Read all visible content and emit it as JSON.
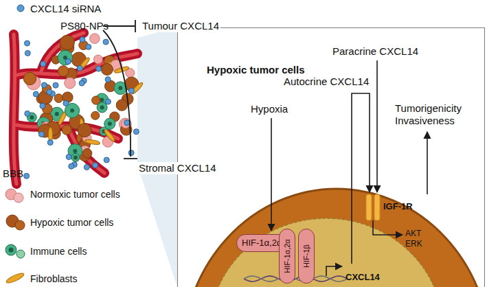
{
  "diagram": {
    "nodes": [
      {
        "text": [
          "Hypoxic tumor cells"
        ]
      },
      {
        "text": [
          "HIF-1α,2α"
        ],
        "in": 0
      },
      {
        "text": [
          "HIF-1α,2α"
        ],
        "in": 0
      },
      {
        "text": [
          "HIF-1β"
        ],
        "in": 0
      }
    ],
    "labels": [
      "CXCL14 siRNA",
      "PS80-NPs",
      "Tumour CXCL14",
      "BBB",
      "Stromal CXCL14",
      "Paracrine CXCL14",
      "Autocrine CXCL14",
      "Hypoxia",
      "Tumorigenicity Invasiveness",
      "IGF-1R",
      "AKT ERK",
      "CXCL14"
    ],
    "legend": [
      {
        "text": "Normoxic tumor cells"
      },
      {
        "text": "Hypoxic tumor cells"
      },
      {
        "text": "Immune cells"
      },
      {
        "text": "Fibroblasts"
      }
    ]
  }
}
